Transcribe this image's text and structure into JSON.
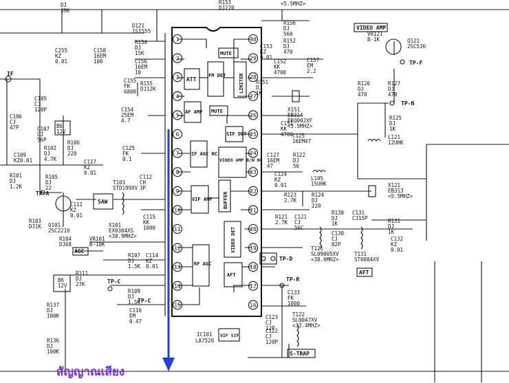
{
  "caption": "สัญญาณเสียง",
  "accent_color": "#1f3fd6",
  "caption_color": "#7a2fd6",
  "ic": {
    "ref": "IC101",
    "part": "LA7520"
  },
  "pins_left": [
    "1",
    "2",
    "3",
    "4",
    "5",
    "6",
    "7",
    "8",
    "9",
    "10",
    "11",
    "12",
    "13",
    "14",
    "15"
  ],
  "pins_right": [
    "30",
    "29",
    "28",
    "27",
    "26",
    "25",
    "24",
    "23",
    "22",
    "21",
    "20",
    "19",
    "18",
    "17",
    "16"
  ],
  "blocks": {
    "att": "ATT",
    "fm_det": "FM DET",
    "mute_top": "MUTE",
    "limiter": "LIMITER",
    "af_amp": "AF AMP",
    "mute": "MUTE",
    "sif_det": "SIF DET",
    "if_agc_nc": "IF AGC NC",
    "video_amp": "VIDEO AMP B/W NC",
    "vif_amp": "VIF AMP",
    "buffer": "BUFFER",
    "video_det": "VIDEO DET",
    "rf_agc": "RF AGC",
    "aft": "AFT",
    "vif_sif": "VIF SIF"
  },
  "labels": {
    "video_amp": "VIDEO AMP",
    "aft_box": "AFT",
    "s_trap": "S-TRAP",
    "agc": "AGC",
    "saw": "SAW",
    "if": "IF",
    "tp_f": "TP-F",
    "tp_n": "TP-N",
    "tp_d": "TP-D",
    "tp_a": "TP-A",
    "tp_c": "TP-C",
    "tp_c2": "TP-C",
    "tp_r": "TP-R"
  },
  "components": [
    {
      "id": "r153",
      "text": "R153\nDJ270"
    },
    {
      "id": "r156",
      "text": "R156\nDJ\n560"
    },
    {
      "id": "r152",
      "text": "R152\nDJ\n470"
    },
    {
      "id": "c153",
      "text": "C153\nKZ\n0.01"
    },
    {
      "id": "c157",
      "text": "C157\nEM\n2.2"
    },
    {
      "id": "c152",
      "text": "C152\nKK\n4700"
    },
    {
      "id": "r151",
      "text": "R151\nDJ\n1K"
    },
    {
      "id": "x151",
      "text": "X151\nEB314\nEKQ002XF\n<5.5MHZ>"
    },
    {
      "id": "c151",
      "text": "C151\nKK\n4700"
    },
    {
      "id": "d121",
      "text": "D121\n1S1555"
    },
    {
      "id": "r154",
      "text": "R154\nDJ\n15K"
    },
    {
      "id": "c156",
      "text": "C156\n16EM\n10"
    },
    {
      "id": "c155",
      "text": "C155\nFK\n6800"
    },
    {
      "id": "r155",
      "text": "R155\nDJ12K"
    },
    {
      "id": "c154",
      "text": "C154\n25EM\n4.7"
    },
    {
      "id": "c125",
      "text": "C125\nFK\n0.1"
    },
    {
      "id": "c125b",
      "text": "C125\n16EM47"
    },
    {
      "id": "c127",
      "text": "C127\n16EM\n47"
    },
    {
      "id": "r122",
      "text": "R122\nDJ\n56"
    },
    {
      "id": "c124",
      "text": "C124\nKZ\n0.01"
    },
    {
      "id": "l105",
      "text": "L105\n15UHK"
    },
    {
      "id": "r123",
      "text": "R123\n2.7K"
    },
    {
      "id": "r124",
      "text": "R124\nDJ\n220"
    },
    {
      "id": "r121",
      "text": "R121\n2.7K"
    },
    {
      "id": "c121",
      "text": "C121\nCJ\n56C"
    },
    {
      "id": "r130",
      "text": "R130\nDJ\n1K"
    },
    {
      "id": "c130",
      "text": "C130\nCJ\n82P"
    },
    {
      "id": "c131",
      "text": "C131\nCJ15P"
    },
    {
      "id": "t121",
      "text": "T121\nSL09005XV\n<38.9MHZ>"
    },
    {
      "id": "t131",
      "text": "T131\nST0084XV"
    },
    {
      "id": "r131",
      "text": "R131\nDJ\n1K"
    },
    {
      "id": "c132",
      "text": "C132\nKZ\n0.01"
    },
    {
      "id": "c133",
      "text": "C133\nFK\n1000"
    },
    {
      "id": "c123",
      "text": "C123\nCJ\n12P"
    },
    {
      "id": "c122",
      "text": "C122\nCJ\n120P"
    },
    {
      "id": "t122",
      "text": "T122\nSL0047XV\n<33.4MHZ>"
    },
    {
      "id": "vr121",
      "text": "VR121\nB-1K"
    },
    {
      "id": "q121",
      "text": "Q121\n2SC536"
    },
    {
      "id": "r126",
      "text": "R126\nDJ\n470"
    },
    {
      "id": "r127",
      "text": "R127\nDJ\n470"
    },
    {
      "id": "r125",
      "text": "R125\nDJ\n1K"
    },
    {
      "id": "l121",
      "text": "L121\n12UHK"
    },
    {
      "id": "x121",
      "text": "X121\nEB313\n<5.5MHZ>"
    },
    {
      "id": "c255",
      "text": "C255\nKZ\n0.01"
    },
    {
      "id": "c158",
      "text": "C158\n16EM\n100"
    },
    {
      "id": "c105",
      "text": "C105\nCJ\n120P"
    },
    {
      "id": "c106",
      "text": "C106\nCJ\n47P"
    },
    {
      "id": "c107",
      "text": "C107\nCJ\n56P"
    },
    {
      "id": "b6a",
      "text": "B6\n12V"
    },
    {
      "id": "c109",
      "text": "C109\nKZ0.01"
    },
    {
      "id": "r102",
      "text": "R102\nDJ\n4.7K"
    },
    {
      "id": "r106",
      "text": "R106\nDJ\n220"
    },
    {
      "id": "c117",
      "text": "C117\nKZ\n0.01"
    },
    {
      "id": "r101",
      "text": "R101\nDJ\n1.2K"
    },
    {
      "id": "r105",
      "text": "R105\nDJ\n22"
    },
    {
      "id": "c111",
      "text": "C111\nKZ\n0.01"
    },
    {
      "id": "r103",
      "text": "R103\nDJ1K"
    },
    {
      "id": "q101",
      "text": "Q101\n2SC2216"
    },
    {
      "id": "r104",
      "text": "R104\nDJ68"
    },
    {
      "id": "t103",
      "text": "T103\nSTD199XV"
    },
    {
      "id": "c112",
      "text": "C112\nCH\n3P"
    },
    {
      "id": "c115",
      "text": "C115\nKK\n1000"
    },
    {
      "id": "x101",
      "text": "X101\nEX0304XS\n<38.9MHZ>"
    },
    {
      "id": "vr101",
      "text": "VR101\nB-10K"
    },
    {
      "id": "r107",
      "text": "R107\nDJ\n1.5K"
    },
    {
      "id": "c114",
      "text": "C114\nKZ\n0.01"
    },
    {
      "id": "r111",
      "text": "R111\nDJ\n27K"
    },
    {
      "id": "b6b",
      "text": "B6\n12V"
    },
    {
      "id": "r109",
      "text": "R109\nDJ\n1.5K"
    },
    {
      "id": "c116",
      "text": "C116\nEM\n0.47"
    },
    {
      "id": "r137",
      "text": "R137\nDJ\n100K"
    },
    {
      "id": "r136",
      "text": "R136\nDJ\n100K"
    },
    {
      "id": "top1",
      "text": "DJ\n39K"
    },
    {
      "id": "top2",
      "text": "<5.5MHZ>"
    }
  ]
}
